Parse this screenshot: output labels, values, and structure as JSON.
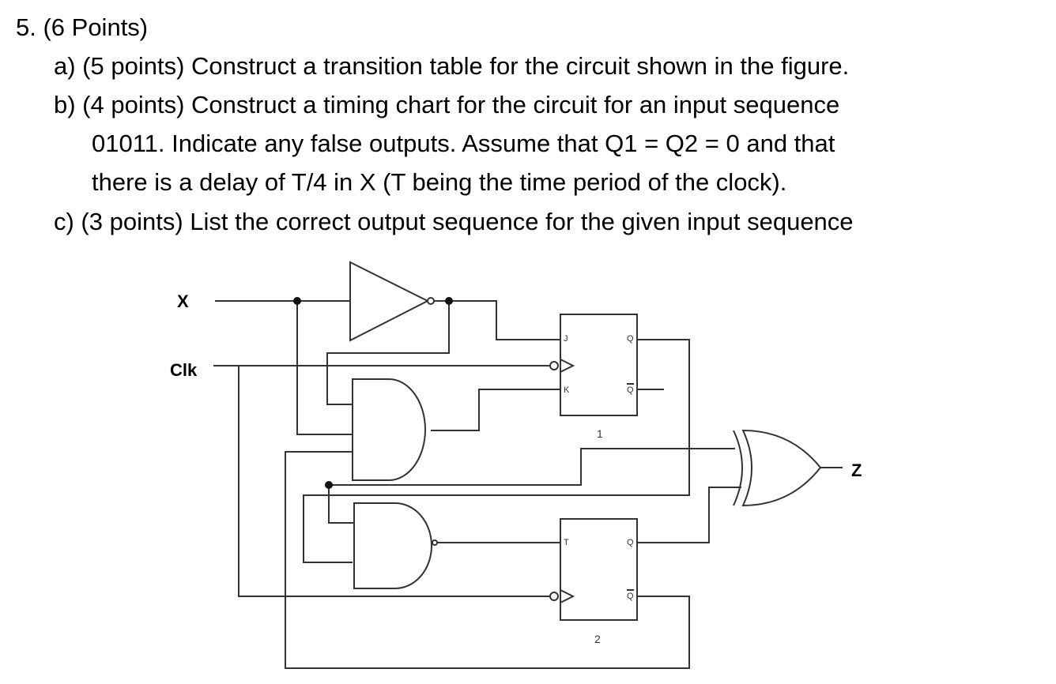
{
  "question": {
    "title": "5. (6 Points)",
    "part_a": "a) (5 points) Construct a transition table for the circuit shown in the figure.",
    "part_b_line1": "b) (4 points) Construct a timing chart for the circuit for an input sequence",
    "part_b_line2": "01011. Indicate any false outputs. Assume that Q1 = Q2 = 0 and that",
    "part_b_line3": "there is a delay of T/4 in X (T being the time period of the clock).",
    "part_c": "c) (3 points) List the correct output sequence for the given input sequence"
  },
  "circuit": {
    "input_x": "X",
    "input_clk": "Clk",
    "output_z": "Z",
    "ff1": {
      "pin_j": "J",
      "pin_k": "K",
      "pin_q": "Q",
      "pin_qbar": "Q",
      "number": "1"
    },
    "ff2": {
      "pin_t": "T",
      "pin_q": "Q",
      "pin_qbar": "Q",
      "number": "2"
    }
  }
}
